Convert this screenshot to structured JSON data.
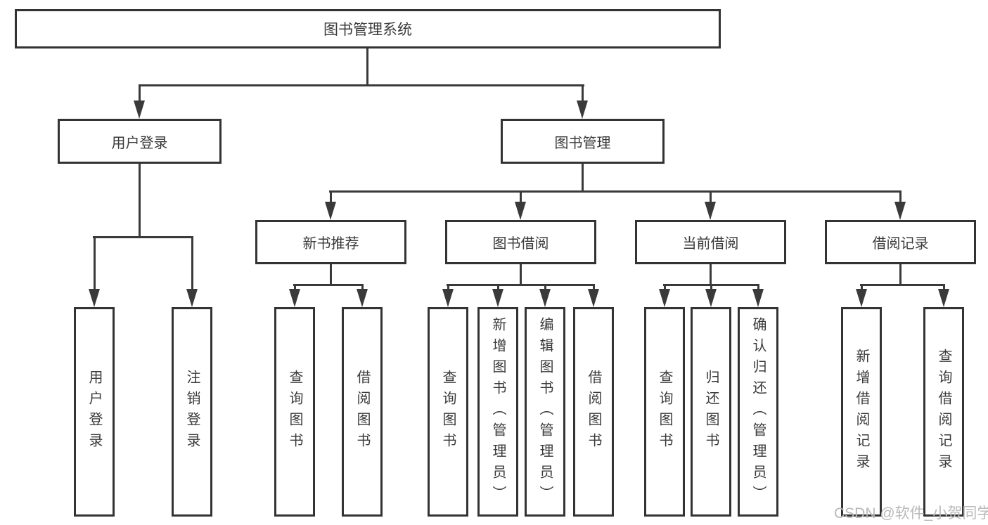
{
  "diagram": {
    "root": "图书管理系统",
    "user_login": {
      "label": "用户登录",
      "children": {
        "login": "用户登录",
        "logout": "注销登录"
      }
    },
    "book_mgmt": {
      "label": "图书管理",
      "new_book": {
        "label": "新书推荐",
        "children": {
          "query": "查询图书",
          "borrow": "借阅图书"
        }
      },
      "book_borrow": {
        "label": "图书借阅",
        "children": {
          "query": "查询图书",
          "add": "新增图书（管理员）",
          "edit": "编辑图书（管理员）",
          "borrow": "借阅图书"
        }
      },
      "current_borrow": {
        "label": "当前借阅",
        "children": {
          "query": "查询图书",
          "return": "归还图书",
          "confirm": "确认归还（管理员）"
        }
      },
      "borrow_record": {
        "label": "借阅记录",
        "children": {
          "add": "新增借阅记录",
          "query": "查询借阅记录"
        }
      }
    }
  },
  "watermark": "CSDN @软件_小贺同学",
  "colors": {
    "line": "#3a3a3a",
    "box_border": "#333333",
    "text": "#3a3a3a",
    "watermark": "#b9b9b9",
    "background": "#ffffff"
  }
}
